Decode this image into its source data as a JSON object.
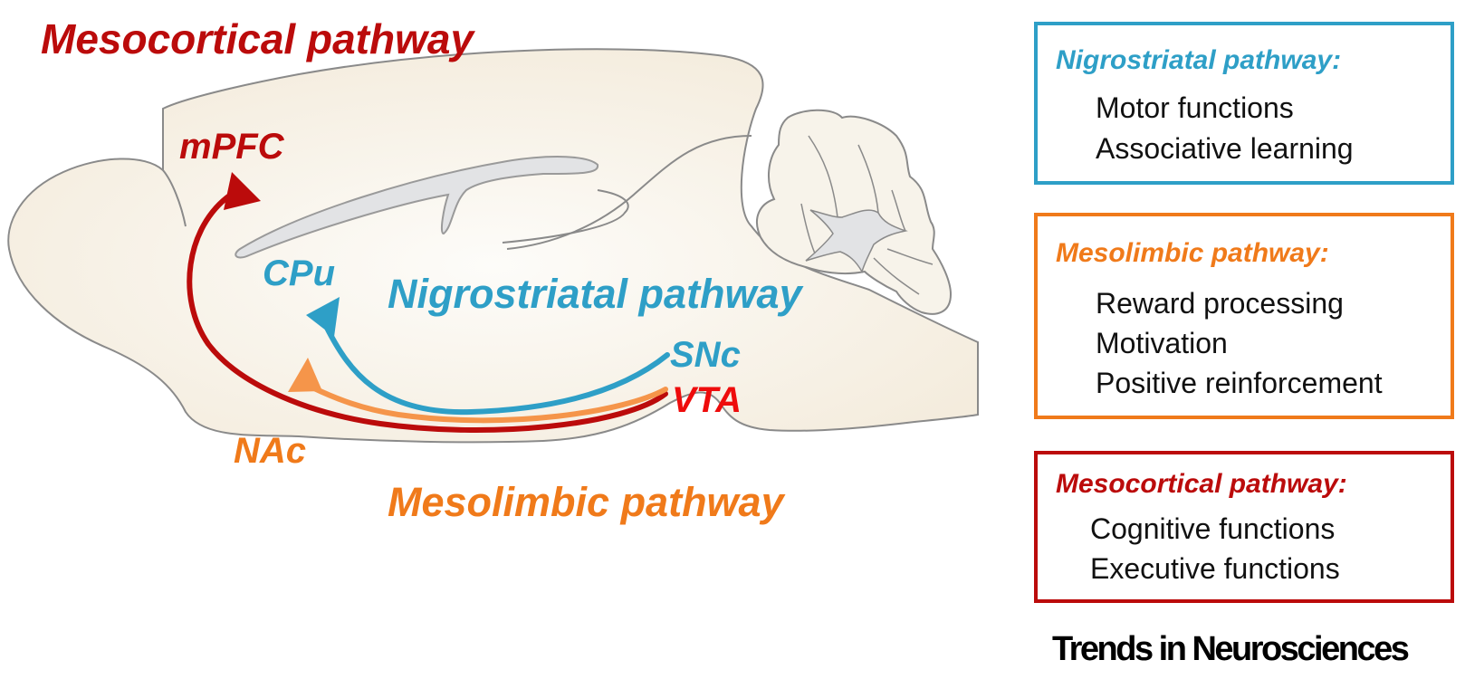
{
  "colors": {
    "nigrostriatal": "#2e9fc7",
    "mesolimbic": "#f07a1a",
    "mesolimbic_arrow": "#f5954a",
    "mesocortical": "#bb0b0b",
    "vta": "#ee0c0c",
    "brain_fill": "#f6f0e4",
    "brain_outline": "#8a8a8a",
    "ventricle_fill": "#e2e3e5"
  },
  "diagram": {
    "title_mesocortical": "Mesocortical pathway",
    "label_nigrostriatal": "Nigrostriatal pathway",
    "label_mesolimbic": "Mesolimbic pathway",
    "regions": {
      "mpfc": "mPFC",
      "cpu": "CPu",
      "snc": "SNc",
      "vta": "VTA",
      "nac": "NAc"
    },
    "pathways": [
      {
        "name": "Nigrostriatal",
        "from": "SNc",
        "to": "CPu"
      },
      {
        "name": "Mesolimbic",
        "from": "VTA",
        "to": "NAc"
      },
      {
        "name": "Mesocortical",
        "from": "VTA",
        "to": "mPFC"
      }
    ]
  },
  "legend": [
    {
      "title": "Nigrostriatal pathway:",
      "items": [
        "Motor functions",
        "Associative learning"
      ]
    },
    {
      "title": "Mesolimbic pathway:",
      "items": [
        "Reward processing",
        "Motivation",
        "Positive reinforcement"
      ]
    },
    {
      "title": "Mesocortical pathway:",
      "items": [
        "Cognitive functions",
        "Executive functions"
      ]
    }
  ],
  "footer": {
    "journal": "Trends in Neurosciences"
  }
}
